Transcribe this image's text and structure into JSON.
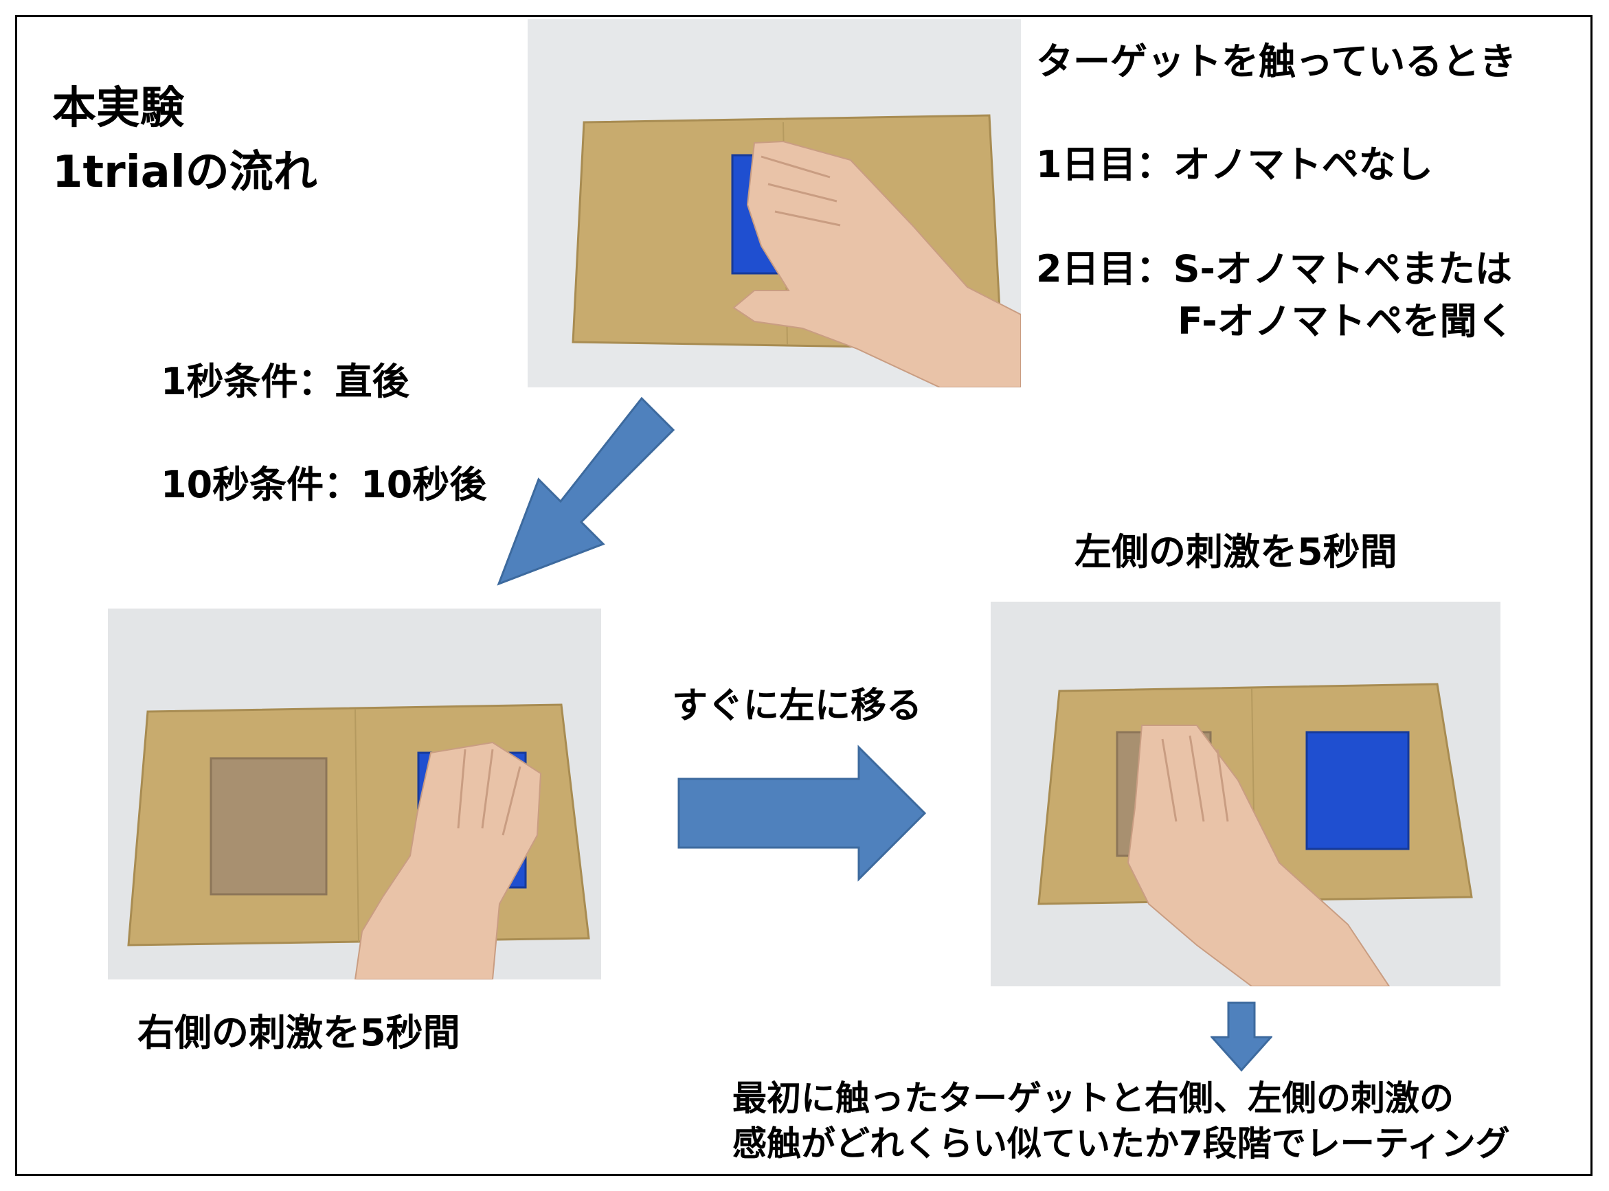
{
  "title": {
    "line1": "本実験",
    "line2": "1trialの流れ"
  },
  "target_touch": {
    "heading": "ターゲットを触っているとき",
    "day1": "1日目：オノマトペなし",
    "day2_line1": "2日目：S-オノマトペまたは",
    "day2_line2": "F-オノマトペを聞く"
  },
  "delay_conditions": {
    "cond_1s": "1秒条件：直後",
    "cond_10s": "10秒条件：10秒後"
  },
  "labels": {
    "right_stimulus": "右側の刺激を5秒間",
    "left_stimulus": "左側の刺激を5秒間",
    "move_left": "すぐに左に移る"
  },
  "rating": {
    "line1": "最初に触ったターゲットと右側、左側の刺激の",
    "line2": "感触がどれくらい似ていたか7段階でレーティング"
  },
  "colors": {
    "arrow": "#4f81bd",
    "cardboard": "#c8ab6e",
    "blue_stimulus": "#1f4fd0",
    "brown_stimulus": "#a89070",
    "skin": "#e9c3a8"
  }
}
